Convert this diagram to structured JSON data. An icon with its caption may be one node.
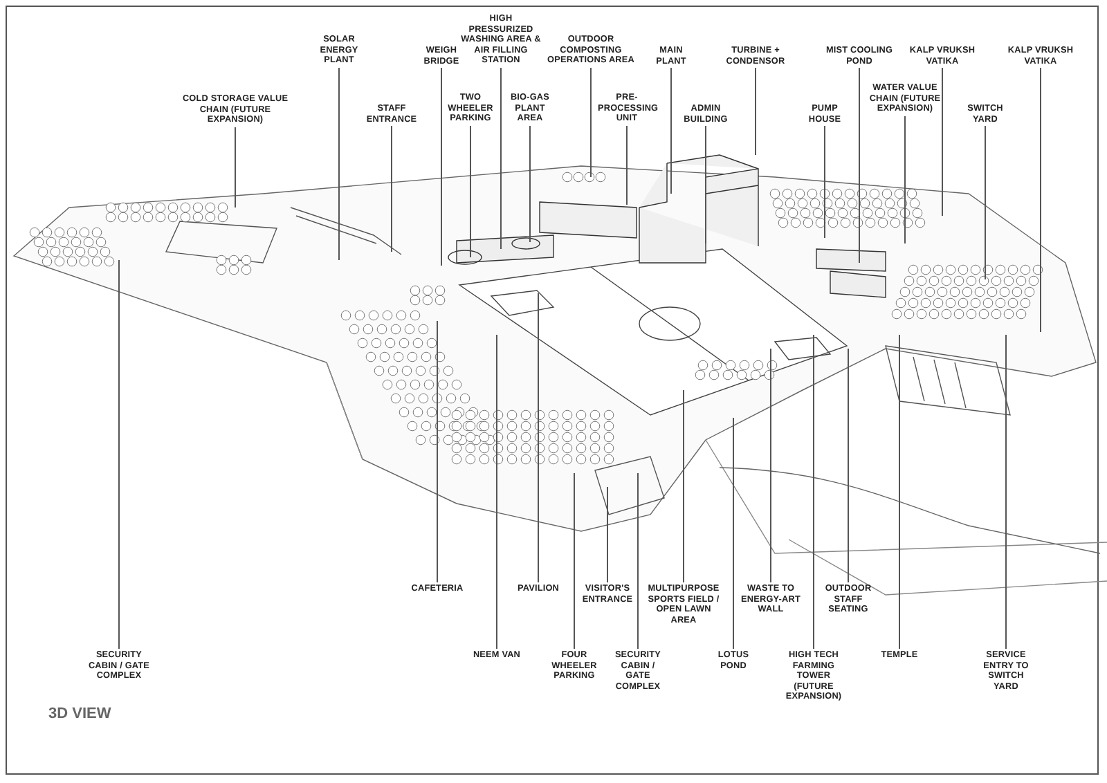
{
  "diagram": {
    "title": "3D VIEW",
    "nodes": [
      {
        "text": [
          "COLD STORAGE VALUE CHAIN (FUTURE EXPANSION)"
        ]
      },
      {
        "text": [
          "SOLAR ENERGY PLANT"
        ]
      },
      {
        "text": [
          "STAFF ENTRANCE"
        ]
      },
      {
        "text": [
          "WEIGH BRIDGE"
        ]
      },
      {
        "text": [
          "TWO WHEELER PARKING"
        ]
      },
      {
        "text": [
          "HIGH PRESSURIZED WASHING AREA & AIR FILLING STATION"
        ]
      },
      {
        "text": [
          "BIO-GAS PLANT AREA"
        ]
      },
      {
        "text": [
          "OUTDOOR COMPOSTING OPERATIONS AREA"
        ]
      },
      {
        "text": [
          "PRE-PROCESSING UNIT"
        ]
      },
      {
        "text": [
          "MAIN PLANT"
        ]
      },
      {
        "text": [
          "ADMIN BUILDING"
        ]
      },
      {
        "text": [
          "TURBINE + CONDENSOR"
        ]
      },
      {
        "text": [
          "PUMP HOUSE"
        ]
      },
      {
        "text": [
          "MIST COOLING POND"
        ]
      },
      {
        "text": [
          "WATER VALUE CHAIN (FUTURE EXPANSION)"
        ]
      },
      {
        "text": [
          "KALP VRUKSH VATIKA"
        ]
      },
      {
        "text": [
          "SWITCH YARD"
        ]
      },
      {
        "text": [
          "KALP VRUKSH VATIKA"
        ]
      },
      {
        "text": [
          "CAFETERIA"
        ]
      },
      {
        "text": [
          "PAVILION"
        ]
      },
      {
        "text": [
          "VISITOR'S ENTRANCE"
        ]
      },
      {
        "text": [
          "MULTIPURPOSE SPORTS FIELD / OPEN LAWN AREA"
        ]
      },
      {
        "text": [
          "WASTE TO ENERGY-ART WALL"
        ]
      },
      {
        "text": [
          "OUTDOOR STAFF SEATING"
        ]
      },
      {
        "text": [
          "SECURITY CABIN / GATE COMPLEX"
        ]
      },
      {
        "text": [
          "NEEM VAN"
        ]
      },
      {
        "text": [
          "FOUR WHEELER PARKING"
        ]
      },
      {
        "text": [
          "SECURITY CABIN / GATE COMPLEX"
        ]
      },
      {
        "text": [
          "LOTUS POND"
        ]
      },
      {
        "text": [
          "HIGH TECH FARMING TOWER (FUTURE EXPANSION)"
        ]
      },
      {
        "text": [
          "TEMPLE"
        ]
      },
      {
        "text": [
          "SERVICE ENTRY TO SWITCH YARD"
        ]
      }
    ],
    "edges": [
      {
        "from": 0,
        "to": null,
        "arrow": "none"
      },
      {
        "from": 1,
        "to": null,
        "arrow": "none"
      },
      {
        "from": 2,
        "to": null,
        "arrow": "none"
      },
      {
        "from": 3,
        "to": null,
        "arrow": "none"
      },
      {
        "from": 4,
        "to": null,
        "arrow": "none"
      },
      {
        "from": 5,
        "to": null,
        "arrow": "none"
      },
      {
        "from": 6,
        "to": null,
        "arrow": "none"
      },
      {
        "from": 7,
        "to": null,
        "arrow": "none"
      },
      {
        "from": 8,
        "to": null,
        "arrow": "none"
      },
      {
        "from": 9,
        "to": null,
        "arrow": "none"
      },
      {
        "from": 10,
        "to": null,
        "arrow": "none"
      },
      {
        "from": 11,
        "to": null,
        "arrow": "none"
      },
      {
        "from": 12,
        "to": null,
        "arrow": "none"
      },
      {
        "from": 13,
        "to": null,
        "arrow": "none"
      },
      {
        "from": 14,
        "to": null,
        "arrow": "none"
      },
      {
        "from": 15,
        "to": null,
        "arrow": "none"
      },
      {
        "from": 16,
        "to": null,
        "arrow": "none"
      },
      {
        "from": 17,
        "to": null,
        "arrow": "none"
      },
      {
        "from": 18,
        "to": null,
        "arrow": "none"
      },
      {
        "from": 19,
        "to": null,
        "arrow": "none"
      },
      {
        "from": 20,
        "to": null,
        "arrow": "none"
      },
      {
        "from": 21,
        "to": null,
        "arrow": "none"
      },
      {
        "from": 22,
        "to": null,
        "arrow": "none"
      },
      {
        "from": 23,
        "to": null,
        "arrow": "none"
      },
      {
        "from": 24,
        "to": null,
        "arrow": "none"
      },
      {
        "from": 25,
        "to": null,
        "arrow": "none"
      },
      {
        "from": 26,
        "to": null,
        "arrow": "none"
      },
      {
        "from": 27,
        "to": null,
        "arrow": "none"
      },
      {
        "from": 28,
        "to": null,
        "arrow": "none"
      },
      {
        "from": 29,
        "to": null,
        "arrow": "none"
      },
      {
        "from": 30,
        "to": null,
        "arrow": "none"
      },
      {
        "from": 31,
        "to": null,
        "arrow": "none"
      }
    ]
  }
}
